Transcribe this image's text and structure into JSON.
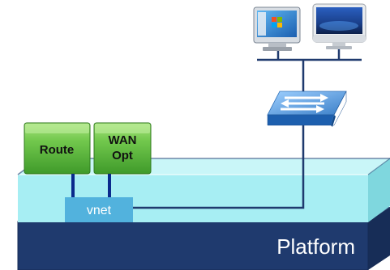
{
  "labels": {
    "route": "Route",
    "wan_line1": "WAN",
    "wan_line2": "Opt",
    "vnet": "vnet",
    "platform": "Platform"
  },
  "colors": {
    "platform_front": "#1f3a6e",
    "platform_top": "#2c4e86",
    "platform_side": "#172d57",
    "vnet_layer_front": "#a7eef3",
    "vnet_layer_top": "#bff4f7",
    "vnet_layer_side": "#7fd7de",
    "vnet_box": "#52b2dd",
    "function_box": "#66c144",
    "link": "#1f3a6e",
    "connector": "#0a1e5a",
    "switch": "#3b7fc8"
  },
  "icons": [
    "windows-pc-icon",
    "imac-icon",
    "network-switch-icon"
  ]
}
